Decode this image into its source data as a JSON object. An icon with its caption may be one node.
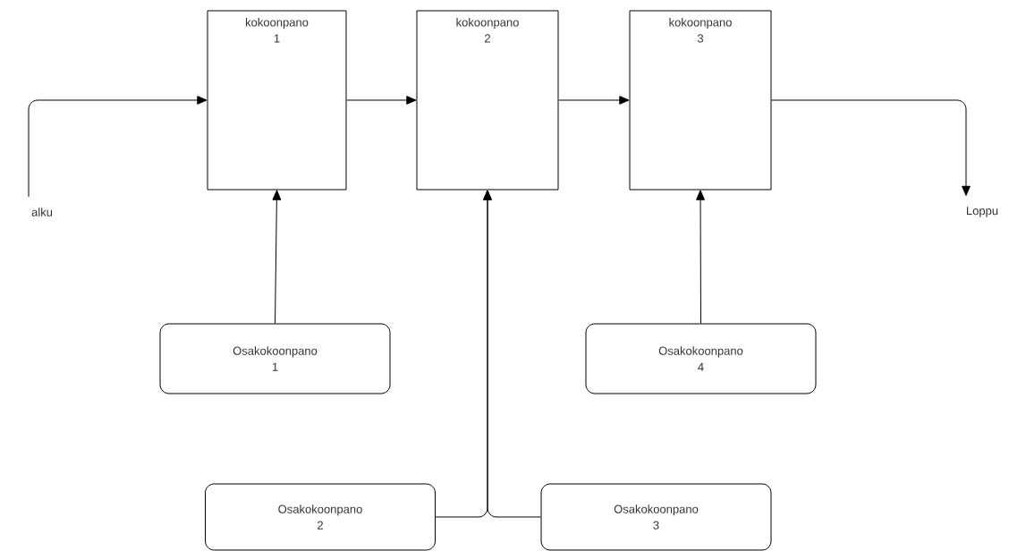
{
  "diagram": {
    "nodes": [
      {
        "text": [
          "alku"
        ]
      },
      {
        "text": [
          "kokoonpano 1"
        ]
      },
      {
        "text": [
          "kokoonpano 2"
        ]
      },
      {
        "text": [
          "kokoonpano 3"
        ]
      },
      {
        "text": [
          "Loppu"
        ]
      },
      {
        "text": [
          "Osakokoonpano 1"
        ]
      },
      {
        "text": [
          "Osakokoonpano 4"
        ]
      },
      {
        "text": [
          "Osakokoonpano 2"
        ]
      },
      {
        "text": [
          "Osakokoonpano 3"
        ]
      }
    ],
    "edges": [
      {
        "from": 0,
        "to": 1,
        "arrow": "to"
      },
      {
        "from": 1,
        "to": 2,
        "arrow": "to"
      },
      {
        "from": 2,
        "to": 3,
        "arrow": "to"
      },
      {
        "from": 3,
        "to": 4,
        "arrow": "to"
      },
      {
        "from": 5,
        "to": 1,
        "arrow": "to"
      },
      {
        "from": 7,
        "to": 2,
        "arrow": "to"
      },
      {
        "from": 8,
        "to": 2,
        "arrow": "to"
      },
      {
        "from": 6,
        "to": 3,
        "arrow": "to"
      }
    ]
  }
}
